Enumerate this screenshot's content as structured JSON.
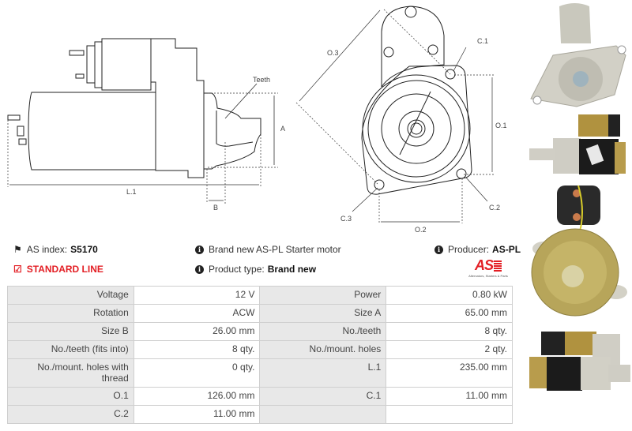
{
  "diagram": {
    "side_view_labels": {
      "teeth": "Teeth",
      "size_a": "A",
      "size_b": "B",
      "length": "L.1"
    },
    "front_view_labels": {
      "o1": "O.1",
      "o2": "O.2",
      "o3": "O.3",
      "c1": "C.1",
      "c2": "C.2",
      "c3": "C.3"
    }
  },
  "info": {
    "as_index_label": "AS index:",
    "as_index_value": "S5170",
    "standard_line": "STANDARD LINE",
    "description": "Brand new AS-PL Starter motor",
    "product_type_label": "Product type:",
    "product_type_value": "Brand new",
    "producer_label": "Producer:",
    "producer_value": "AS-PL",
    "logo_text": "AS",
    "logo_tagline": "Alternators, Starters & Parts"
  },
  "specs": [
    [
      {
        "k": "Voltage",
        "v": "12 V"
      },
      {
        "k": "Power",
        "v": "0.80 kW"
      }
    ],
    [
      {
        "k": "Rotation",
        "v": "ACW"
      },
      {
        "k": "Size A",
        "v": "65.00 mm"
      }
    ],
    [
      {
        "k": "Size B",
        "v": "26.00 mm"
      },
      {
        "k": "No./teeth",
        "v": "8 qty."
      }
    ],
    [
      {
        "k": "No./teeth (fits into)",
        "v": "8 qty."
      },
      {
        "k": "No./mount. holes",
        "v": "2 qty."
      }
    ],
    [
      {
        "k": "No./mount. holes with thread",
        "v": "0 qty."
      },
      {
        "k": "L.1",
        "v": "235.00 mm"
      }
    ],
    [
      {
        "k": "O.1",
        "v": "126.00 mm"
      },
      {
        "k": "C.1",
        "v": "11.00 mm"
      }
    ],
    [
      {
        "k": "C.2",
        "v": "11.00 mm"
      },
      {
        "k": "",
        "v": ""
      }
    ]
  ],
  "colors": {
    "accent_red": "#e31e24",
    "key_cell_bg": "#e8e8e8",
    "border": "#cfcfcf"
  }
}
